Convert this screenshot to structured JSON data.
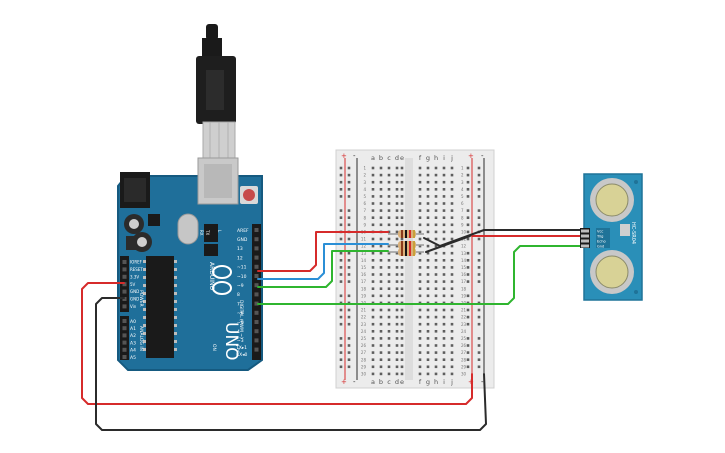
{
  "arduino": {
    "brand": "ARDUINO",
    "model": "UNO",
    "on_label": "ON",
    "tx_label": "TX",
    "rx_label": "RX",
    "l_label": "L",
    "digital_label": "DIGITAL (PWM ~)",
    "power_label": "POWER",
    "analog_label": "ANALOG IN",
    "tx_pin_label": "TX▸1",
    "rx_pin_label": "RX◂0",
    "digital_pins": [
      "AREF",
      "GND",
      "13",
      "12",
      "~11",
      "~10",
      "~9",
      "8",
      "7",
      "~6",
      "~5",
      "4",
      "~3",
      "2"
    ],
    "power_pins": [
      "IOREF",
      "RESET",
      "3.3V",
      "5V",
      "GND",
      "GND",
      "Vin"
    ],
    "analog_pins": [
      "A0",
      "A1",
      "A2",
      "A3",
      "A4",
      "A5"
    ]
  },
  "breadboard": {
    "columns_left": [
      "a",
      "b",
      "c",
      "d",
      "e"
    ],
    "columns_right": [
      "f",
      "g",
      "h",
      "i",
      "j"
    ],
    "row_count": 30,
    "rail_plus": "+",
    "rail_minus": "-"
  },
  "sensor": {
    "pins": [
      "Vcc",
      "Trig",
      "Echo",
      "Gnd"
    ],
    "module_label": "HC-SR04"
  },
  "wire_colors": {
    "red": "#d62b2b",
    "black": "#2b2b2b",
    "blue": "#2b8fd6",
    "green": "#2fb52f"
  }
}
